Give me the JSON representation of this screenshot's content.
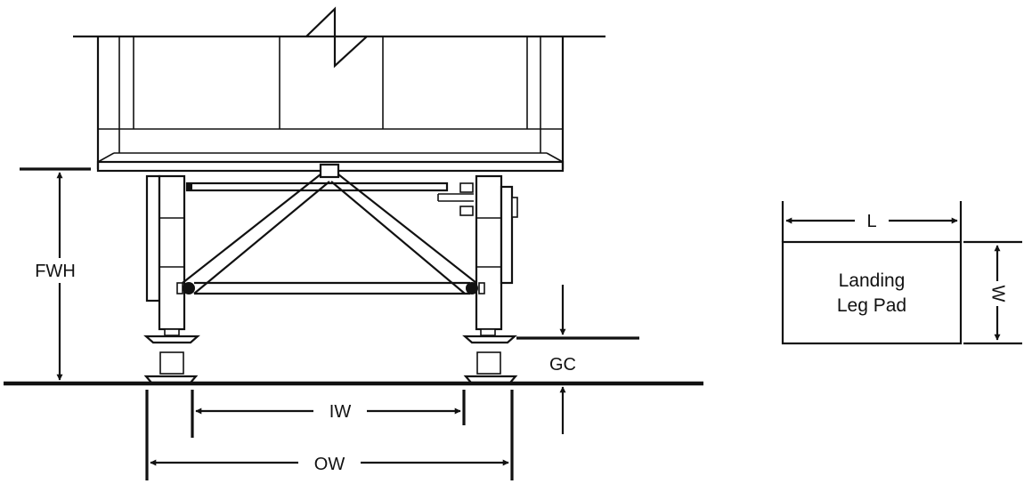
{
  "labels": {
    "fwh": "FWH",
    "gc": "GC",
    "iw": "IW",
    "ow": "OW",
    "l": "L",
    "w": "W"
  },
  "pad": {
    "line1": "Landing",
    "line2": "Leg Pad"
  },
  "colors": {
    "ink": "#111111",
    "background": "#ffffff"
  }
}
